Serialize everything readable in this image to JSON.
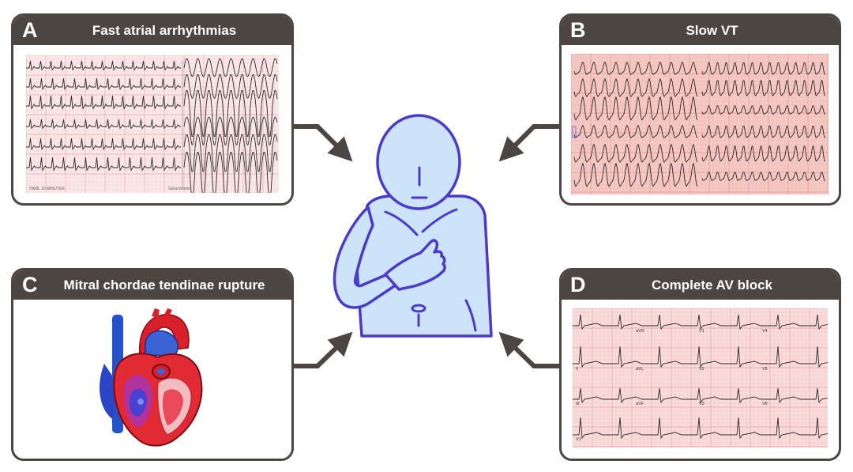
{
  "panels": {
    "a": {
      "letter": "A",
      "title": "Fast atrial arrhythmias"
    },
    "b": {
      "letter": "B",
      "title": "Slow VT"
    },
    "c": {
      "letter": "C",
      "title": "Mitral chordae tendinae rupture"
    },
    "d": {
      "letter": "D",
      "title": "Complete AV block"
    }
  },
  "ecg_a": {
    "caption_left": "HAML 16 MINUTER",
    "caption_right": "Sekundmeter"
  },
  "ecg_d": {
    "lead_labels": [
      "aVR",
      "V1",
      "V4",
      "aVL",
      "V2",
      "V5",
      "II",
      "aVF",
      "V3",
      "V6",
      "III",
      "V1"
    ]
  },
  "icons": {
    "patient": "patient-chest-pain-icon",
    "heart": "heart-anatomy-icon",
    "arrow": "arrow-icon"
  },
  "colors": {
    "panel_frame": "#4d4541",
    "ecg_paper_a": "#fbe8e8",
    "ecg_paper_b": "#f6c9c5",
    "ecg_paper_d": "#f9dcdb",
    "figure_fill": "#cde3fa",
    "figure_stroke": "#4a3bc9",
    "arrow": "#4d4541"
  }
}
